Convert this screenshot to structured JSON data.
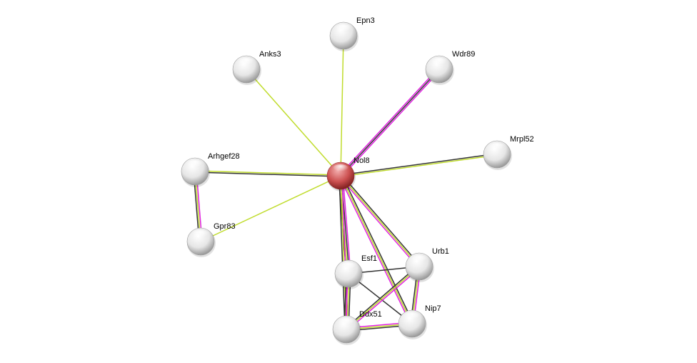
{
  "colors": {
    "textmining": "#c0dc2c",
    "coexpression": "#333333",
    "experiments": "#e020e0",
    "query_node": "#c84040",
    "node": "#e8e8e8"
  },
  "nodes": [
    {
      "id": "Nol8",
      "label": "Nol8",
      "query": true
    },
    {
      "id": "Epn3",
      "label": "Epn3"
    },
    {
      "id": "Anks3",
      "label": "Anks3"
    },
    {
      "id": "Wdr89",
      "label": "Wdr89"
    },
    {
      "id": "Mrpl52",
      "label": "Mrpl52"
    },
    {
      "id": "Arhgef28",
      "label": "Arhgef28"
    },
    {
      "id": "Gpr83",
      "label": "Gpr83"
    },
    {
      "id": "Esf1",
      "label": "Esf1"
    },
    {
      "id": "Urb1",
      "label": "Urb1"
    },
    {
      "id": "Ddx51",
      "label": "Ddx51"
    },
    {
      "id": "Nip7",
      "label": "Nip7"
    }
  ],
  "edges": [
    {
      "source": "Nol8",
      "target": "Epn3",
      "channels": [
        "textmining"
      ]
    },
    {
      "source": "Nol8",
      "target": "Anks3",
      "channels": [
        "textmining"
      ]
    },
    {
      "source": "Nol8",
      "target": "Wdr89",
      "channels": [
        "experiments",
        "coexpression",
        "experiments"
      ]
    },
    {
      "source": "Nol8",
      "target": "Mrpl52",
      "channels": [
        "coexpression",
        "textmining"
      ]
    },
    {
      "source": "Nol8",
      "target": "Arhgef28",
      "channels": [
        "coexpression",
        "textmining"
      ]
    },
    {
      "source": "Nol8",
      "target": "Gpr83",
      "channels": [
        "textmining"
      ]
    },
    {
      "source": "Arhgef28",
      "target": "Gpr83",
      "channels": [
        "experiments",
        "textmining",
        "coexpression"
      ]
    },
    {
      "source": "Nol8",
      "target": "Esf1",
      "channels": [
        "experiments",
        "coexpression",
        "textmining",
        "coexpression"
      ]
    },
    {
      "source": "Nol8",
      "target": "Ddx51",
      "channels": [
        "experiments",
        "textmining",
        "coexpression"
      ]
    },
    {
      "source": "Nol8",
      "target": "Urb1",
      "channels": [
        "coexpression",
        "textmining",
        "experiments"
      ]
    },
    {
      "source": "Nol8",
      "target": "Nip7",
      "channels": [
        "coexpression",
        "textmining",
        "experiments"
      ]
    },
    {
      "source": "Esf1",
      "target": "Urb1",
      "channels": [
        "coexpression"
      ]
    },
    {
      "source": "Esf1",
      "target": "Nip7",
      "channels": [
        "coexpression"
      ]
    },
    {
      "source": "Esf1",
      "target": "Ddx51",
      "channels": [
        "coexpression",
        "textmining",
        "experiments",
        "coexpression"
      ]
    },
    {
      "source": "Urb1",
      "target": "Ddx51",
      "channels": [
        "experiments",
        "textmining",
        "coexpression"
      ]
    },
    {
      "source": "Urb1",
      "target": "Nip7",
      "channels": [
        "experiments",
        "textmining",
        "coexpression"
      ]
    },
    {
      "source": "Ddx51",
      "target": "Nip7",
      "channels": [
        "experiments",
        "textmining",
        "coexpression"
      ]
    }
  ]
}
